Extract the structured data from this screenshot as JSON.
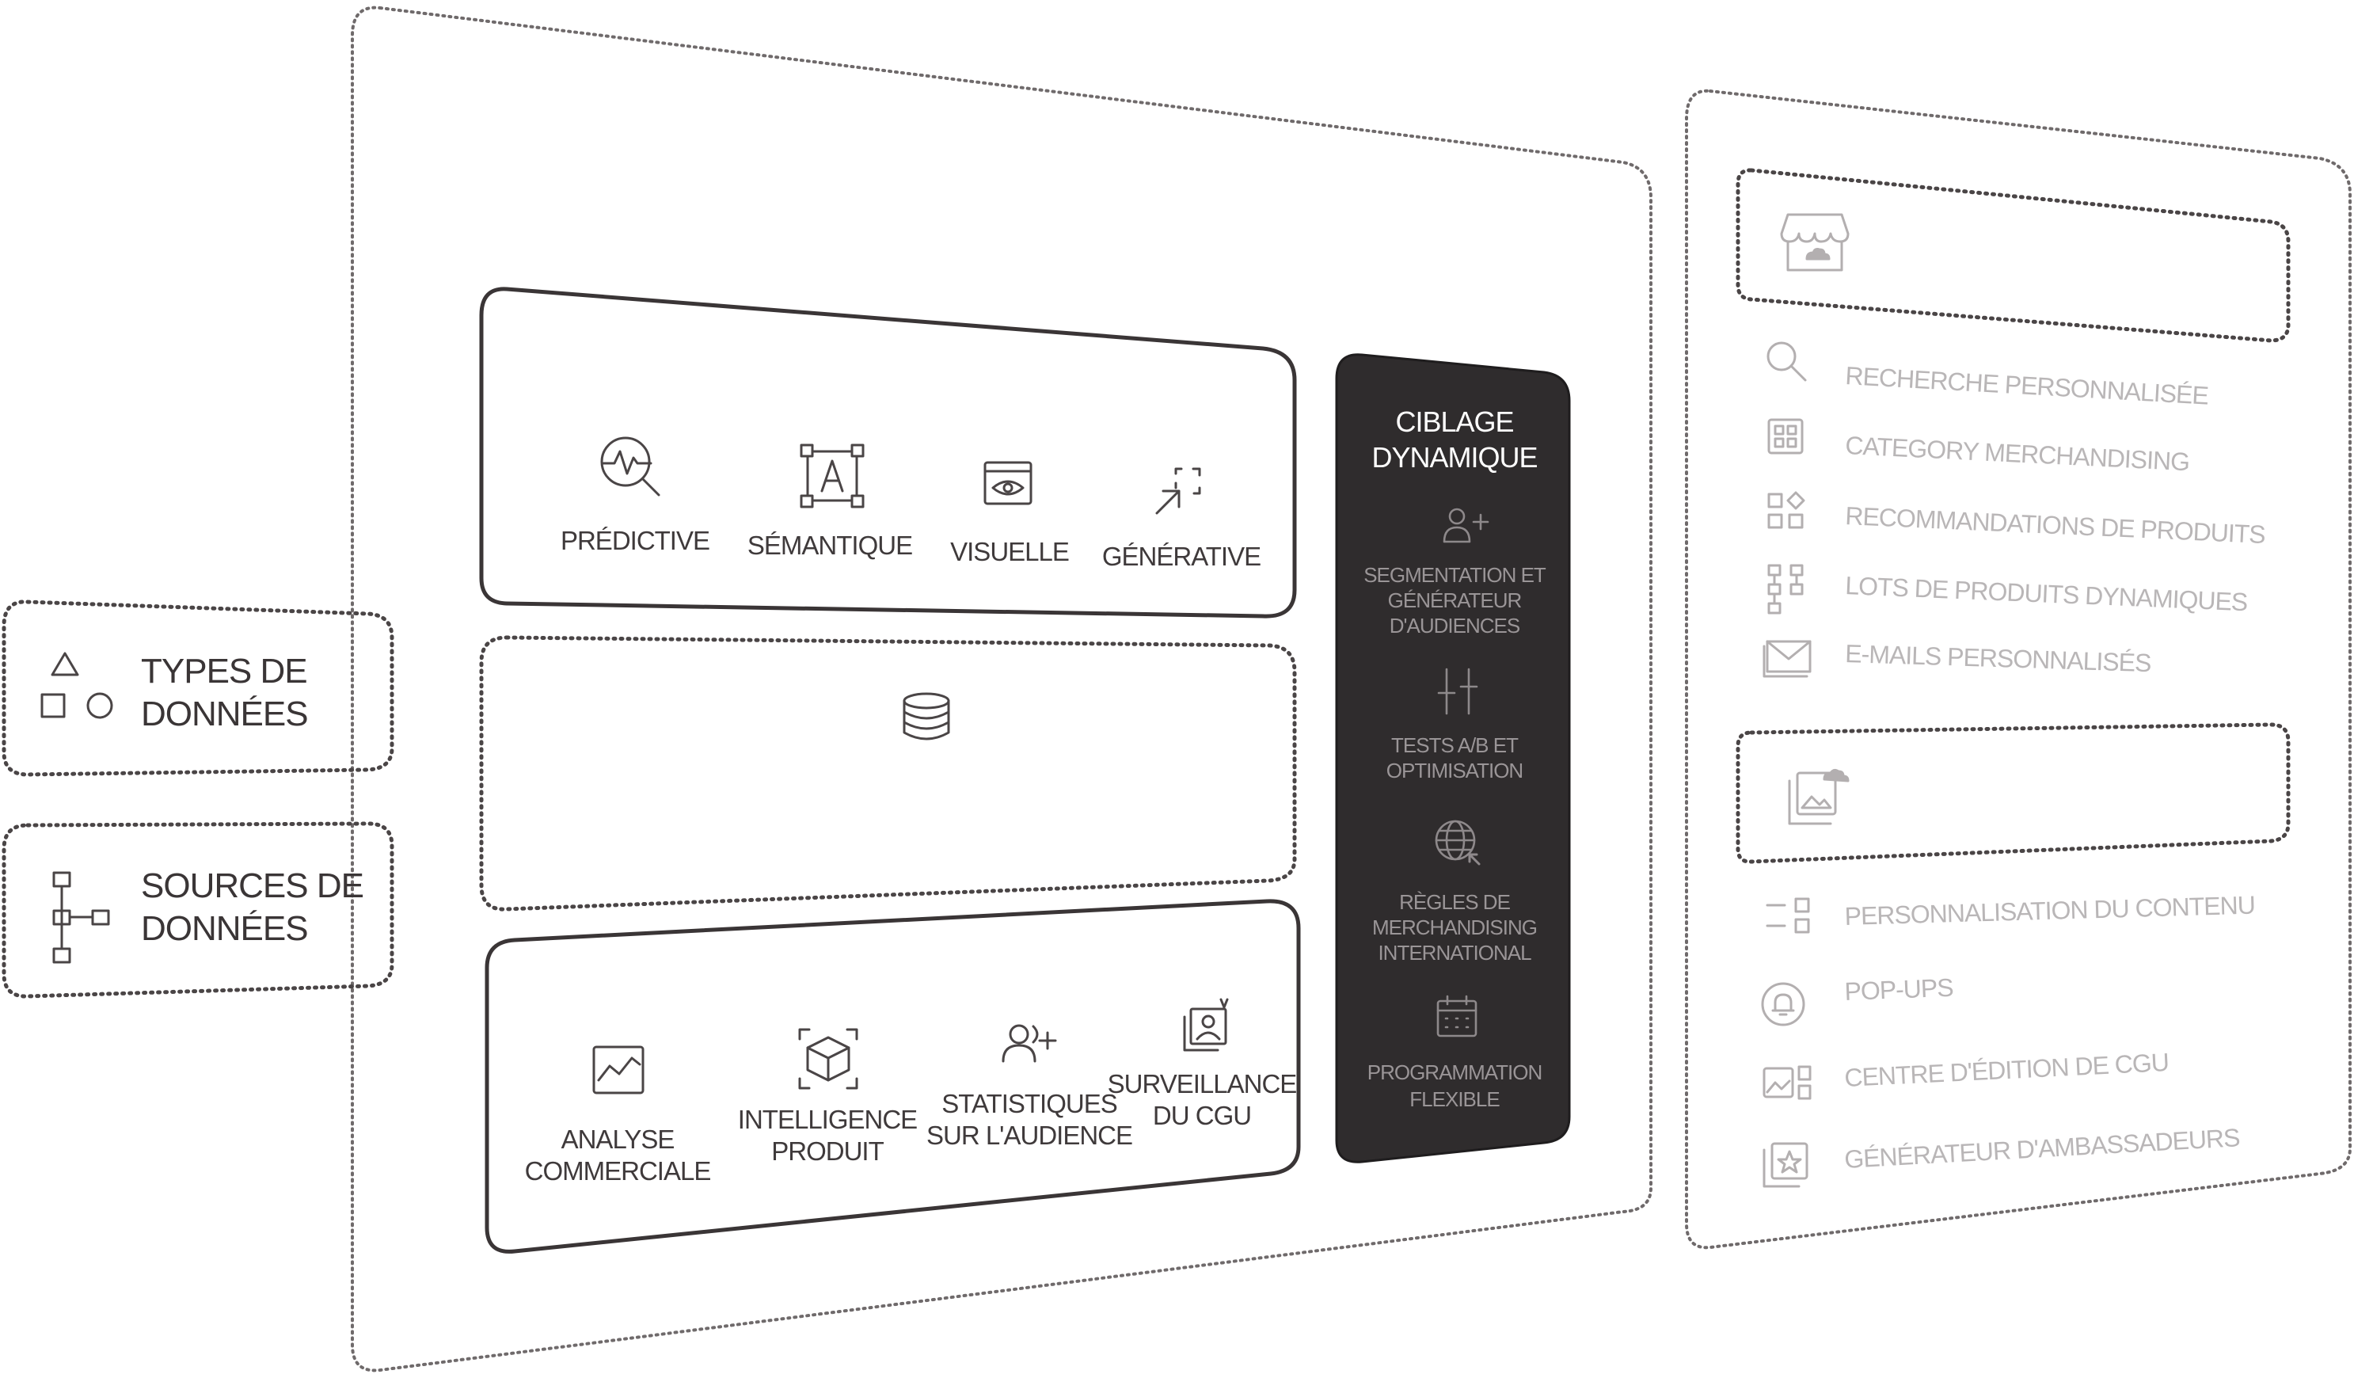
{
  "left_tags": [
    {
      "label_line1": "TYPES DE",
      "label_line2": "DONNÉES",
      "icon": "shapes-icon"
    },
    {
      "label_line1": "SOURCES DE",
      "label_line2": "DONNÉES",
      "icon": "hierarchy-icon"
    }
  ],
  "top_panel": {
    "items": [
      {
        "label": "PRÉDICTIVE",
        "icon": "search-chart-icon"
      },
      {
        "label": "SÉMANTIQUE",
        "icon": "text-frame-icon"
      },
      {
        "label": "VISUELLE",
        "icon": "eye-window-icon"
      },
      {
        "label": "GÉNÉRATIVE",
        "icon": "expand-arrow-icon"
      }
    ]
  },
  "middle_panel": {
    "icon": "database-icon"
  },
  "bottom_panel": {
    "items": [
      {
        "line1": "ANALYSE",
        "line2": "COMMERCIALE",
        "icon": "line-chart-icon"
      },
      {
        "line1": "INTELLIGENCE",
        "line2": "PRODUIT",
        "icon": "cube-icon"
      },
      {
        "line1": "STATISTIQUES",
        "line2": "SUR L'AUDIENCE",
        "icon": "users-plus-icon"
      },
      {
        "line1": "SURVEILLANCE",
        "line2": "DU CGU",
        "icon": "photo-user-icon"
      }
    ]
  },
  "dark_panel": {
    "title_line1": "CIBLAGE",
    "title_line2": "DYNAMIQUE",
    "items": [
      {
        "lines": [
          "SEGMENTATION ET",
          "GÉNÉRATEUR",
          "D'AUDIENCES"
        ],
        "icon": "user-plus-icon"
      },
      {
        "lines": [
          "TESTS A/B ET",
          "OPTIMISATION"
        ],
        "icon": "sliders-icon"
      },
      {
        "lines": [
          "RÈGLES DE",
          "MERCHANDISING",
          "INTERNATIONAL"
        ],
        "icon": "globe-cursor-icon"
      },
      {
        "lines": [
          "PROGRAMMATION",
          "FLEXIBLE"
        ],
        "icon": "calendar-icon"
      }
    ]
  },
  "right_panel": {
    "group1_icon": "storefront-cloud-icon",
    "group1_items": [
      {
        "label": "RECHERCHE PERSONNALISÉE",
        "icon": "search-icon"
      },
      {
        "label": "CATEGORY MERCHANDISING",
        "icon": "grid-icon"
      },
      {
        "label": "RECOMMANDATIONS DE PRODUITS",
        "icon": "grid-diamond-icon"
      },
      {
        "label": "LOTS DE PRODUITS DYNAMIQUES",
        "icon": "bundle-tree-icon"
      },
      {
        "label": "E-MAILS PERSONNALISÉS",
        "icon": "mail-icon"
      }
    ],
    "group2_icon": "image-cloud-icon",
    "group2_items": [
      {
        "label": "PERSONNALISATION DU CONTENU",
        "icon": "content-layout-icon"
      },
      {
        "label": "POP-UPS",
        "icon": "bell-circle-icon"
      },
      {
        "label": "CENTRE D'ÉDITION DE CGU",
        "icon": "image-grid-icon"
      },
      {
        "label": "GÉNÉRATEUR D'AMBASSADEURS",
        "icon": "star-card-icon"
      }
    ]
  }
}
